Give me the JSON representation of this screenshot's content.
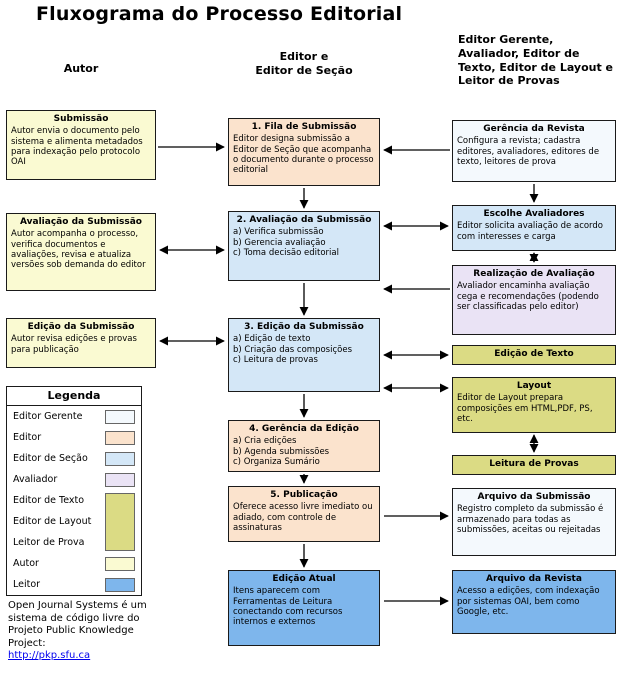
{
  "title": "Fluxograma do Processo Editorial",
  "headers": {
    "autor": "Autor",
    "editor": "Editor e\nEditor de Seção",
    "gerente": "Editor Gerente, Avaliador, Editor de Texto, Editor de Layout e Leitor de Provas"
  },
  "colors": {
    "editor_gerente": "#F4F9FD",
    "editor": "#FBE3CD",
    "editor_secao": "#D4E7F7",
    "avaliador": "#EAE3F5",
    "producao": "#DBDB84",
    "autor": "#FAFAD2",
    "leitor": "#7EB6EC"
  },
  "boxes": {
    "submissao": {
      "title": "Submissão",
      "body": "Autor envia o documento pelo sistema e alimenta metadados para indexação pelo protocolo OAI"
    },
    "avaliacao_autor": {
      "title": "Avaliação da Submissão",
      "body": "Autor acompanha o processo, verifica documentos e avaliações, revisa e atualiza versões sob demanda do editor"
    },
    "edicao_autor": {
      "title": "Edição da Submissão",
      "body": "Autor revisa edições e provas para publicação"
    },
    "fila": {
      "title": "1. Fila de Submissão",
      "body": "Editor designa submissão a Editor de Seção que acompanha o documento durante o processo editorial"
    },
    "avaliacao": {
      "title": "2. Avaliação da Submissão",
      "body": "a) Verifica submissão\nb) Gerencia avaliação\nc) Toma decisão editorial"
    },
    "edicao": {
      "title": "3. Edição da Submissão",
      "body": "a) Edição de texto\nb) Criação das composições\nc) Leitura de provas"
    },
    "gerencia_edicao": {
      "title": "4. Gerência da Edição",
      "body": "a) Cria edições\nb) Agenda submissões\nc) Organiza Sumário"
    },
    "publicacao": {
      "title": "5. Publicação",
      "body": "Oferece acesso livre imediato ou adiado, com controle de assinaturas"
    },
    "edicao_atual": {
      "title": "Edição Atual",
      "body": "Itens aparecem com Ferramentas de Leitura conectando com recursos internos e externos"
    },
    "gerencia_revista": {
      "title": "Gerência da Revista",
      "body": "Configura a revista; cadastra editores, avaliadores, editores de texto, leitores de prova"
    },
    "escolhe_avaliadores": {
      "title": "Escolhe Avaliadores",
      "body": "Editor solicita avaliação de acordo com interesses e carga"
    },
    "realizacao_avaliacao": {
      "title": "Realização de Avaliação",
      "body": "Avaliador encaminha avaliação cega e recomendações (podendo ser classificadas pelo editor)"
    },
    "edicao_texto": {
      "title": "Edição de Texto"
    },
    "layout": {
      "title": "Layout",
      "body": "Editor de Layout prepara composições em HTML,PDF, PS, etc."
    },
    "leitura_provas": {
      "title": "Leitura de Provas"
    },
    "arquivo_submissao": {
      "title": "Arquivo da Submissão",
      "body": "Registro completo da submissão é armazenado para todas as submissões, aceitas ou rejeitadas"
    },
    "arquivo_revista": {
      "title": "Arquivo da Revista",
      "body": "Acesso a edições, com indexação por sistemas OAI, bem como Google, etc."
    }
  },
  "legend": {
    "title": "Legenda",
    "items": [
      {
        "label": "Editor Gerente"
      },
      {
        "label": "Editor"
      },
      {
        "label": "Editor de Seção"
      },
      {
        "label": "Avaliador"
      },
      {
        "label": "Editor de Texto"
      },
      {
        "label": "Editor de Layout"
      },
      {
        "label": "Leitor de Prova"
      },
      {
        "label": "Autor"
      },
      {
        "label": "Leitor"
      }
    ]
  },
  "footer": {
    "text": "Open Journal Systems é um sistema de código livre do Projeto Public Knowledge Project:",
    "link": "http://pkp.sfu.ca"
  }
}
